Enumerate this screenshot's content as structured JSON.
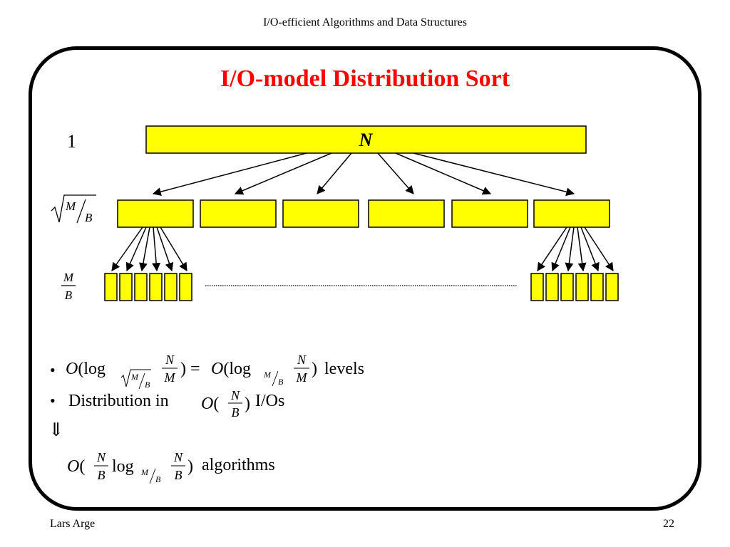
{
  "header": {
    "title": "I/O-efficient Algorithms and Data Structures"
  },
  "slide": {
    "title": "I/O-model Distribution Sort",
    "level_labels": {
      "top": "1",
      "top_box": "N"
    },
    "bullets": [
      {
        "suffix": "levels"
      },
      {
        "prefix": "Distribution in",
        "suffix": "I/Os"
      }
    ],
    "implies_symbol": "⇓",
    "result_suffix": "algorithms"
  },
  "footer": {
    "author": "Lars Arge",
    "page_number": "22"
  },
  "colors": {
    "box_fill": "#ffff00",
    "title": "#ff0000",
    "border": "#000000"
  }
}
